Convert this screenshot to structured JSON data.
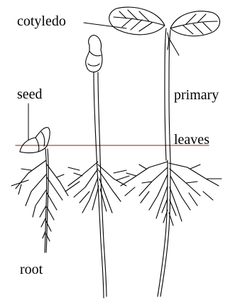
{
  "labels": {
    "cotyledo": "cotyledo",
    "seed": "seed",
    "primary_line1": "primary",
    "primary_line2": "leaves",
    "root": "root"
  },
  "colors": {
    "ground_line": "#a0522d",
    "ink": "#000000"
  },
  "stages": [
    "seed",
    "seedling-with-cotyledon",
    "plant-with-primary-leaves"
  ]
}
